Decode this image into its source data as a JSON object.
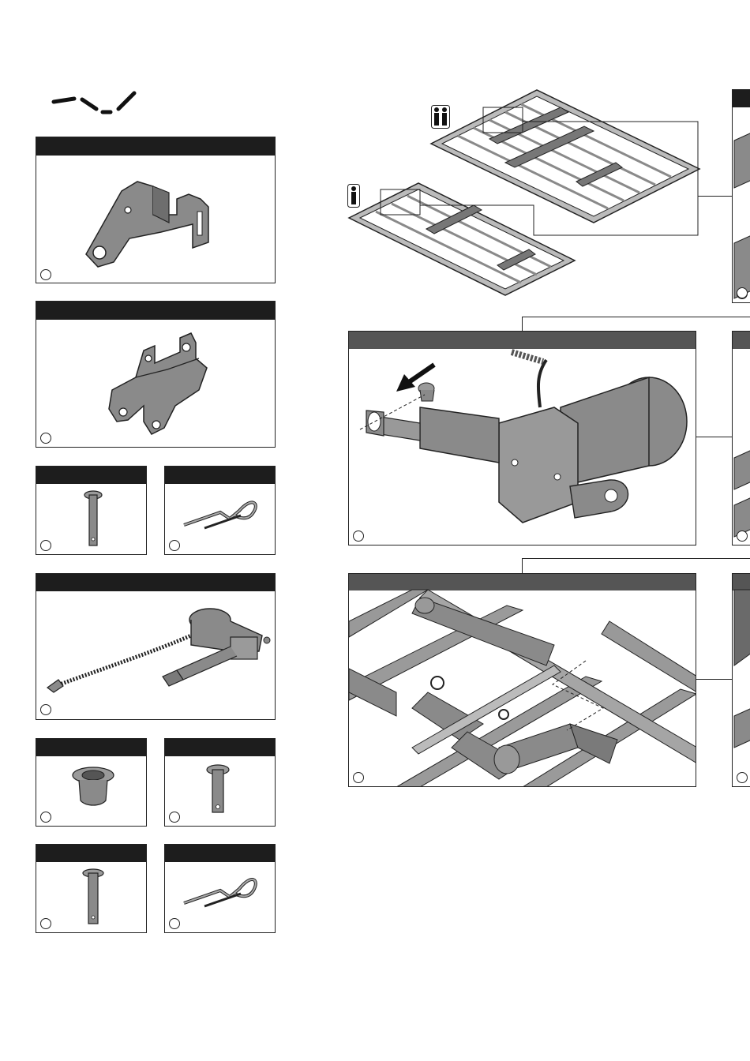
{
  "icons": {
    "logo": "wavy-line-logo-icon",
    "single_person": "single-person-icon",
    "two_persons": "two-persons-icon",
    "arrow": "direction-arrow-icon"
  },
  "colors": {
    "panel_header": "#1d1d1d",
    "panel_header_gray": "#555555",
    "part_fill": "#8a8a8a",
    "outline": "#222222"
  },
  "parts": [
    {
      "name": "bracket-large",
      "number": ""
    },
    {
      "name": "bracket-double",
      "number": ""
    },
    {
      "name": "clevis-pin-small",
      "number": ""
    },
    {
      "name": "hitch-pin-clip-small",
      "number": ""
    },
    {
      "name": "linear-actuator",
      "number": ""
    },
    {
      "name": "bushing",
      "number": ""
    },
    {
      "name": "clevis-pin-short",
      "number": ""
    },
    {
      "name": "clevis-pin-long",
      "number": ""
    },
    {
      "name": "hitch-pin-clip-large",
      "number": ""
    }
  ],
  "steps": [
    {
      "name": "bed-frames-overview",
      "number": ""
    },
    {
      "name": "actuator-bushing-insert",
      "number": ""
    },
    {
      "name": "actuator-frame-mount",
      "number": ""
    }
  ]
}
